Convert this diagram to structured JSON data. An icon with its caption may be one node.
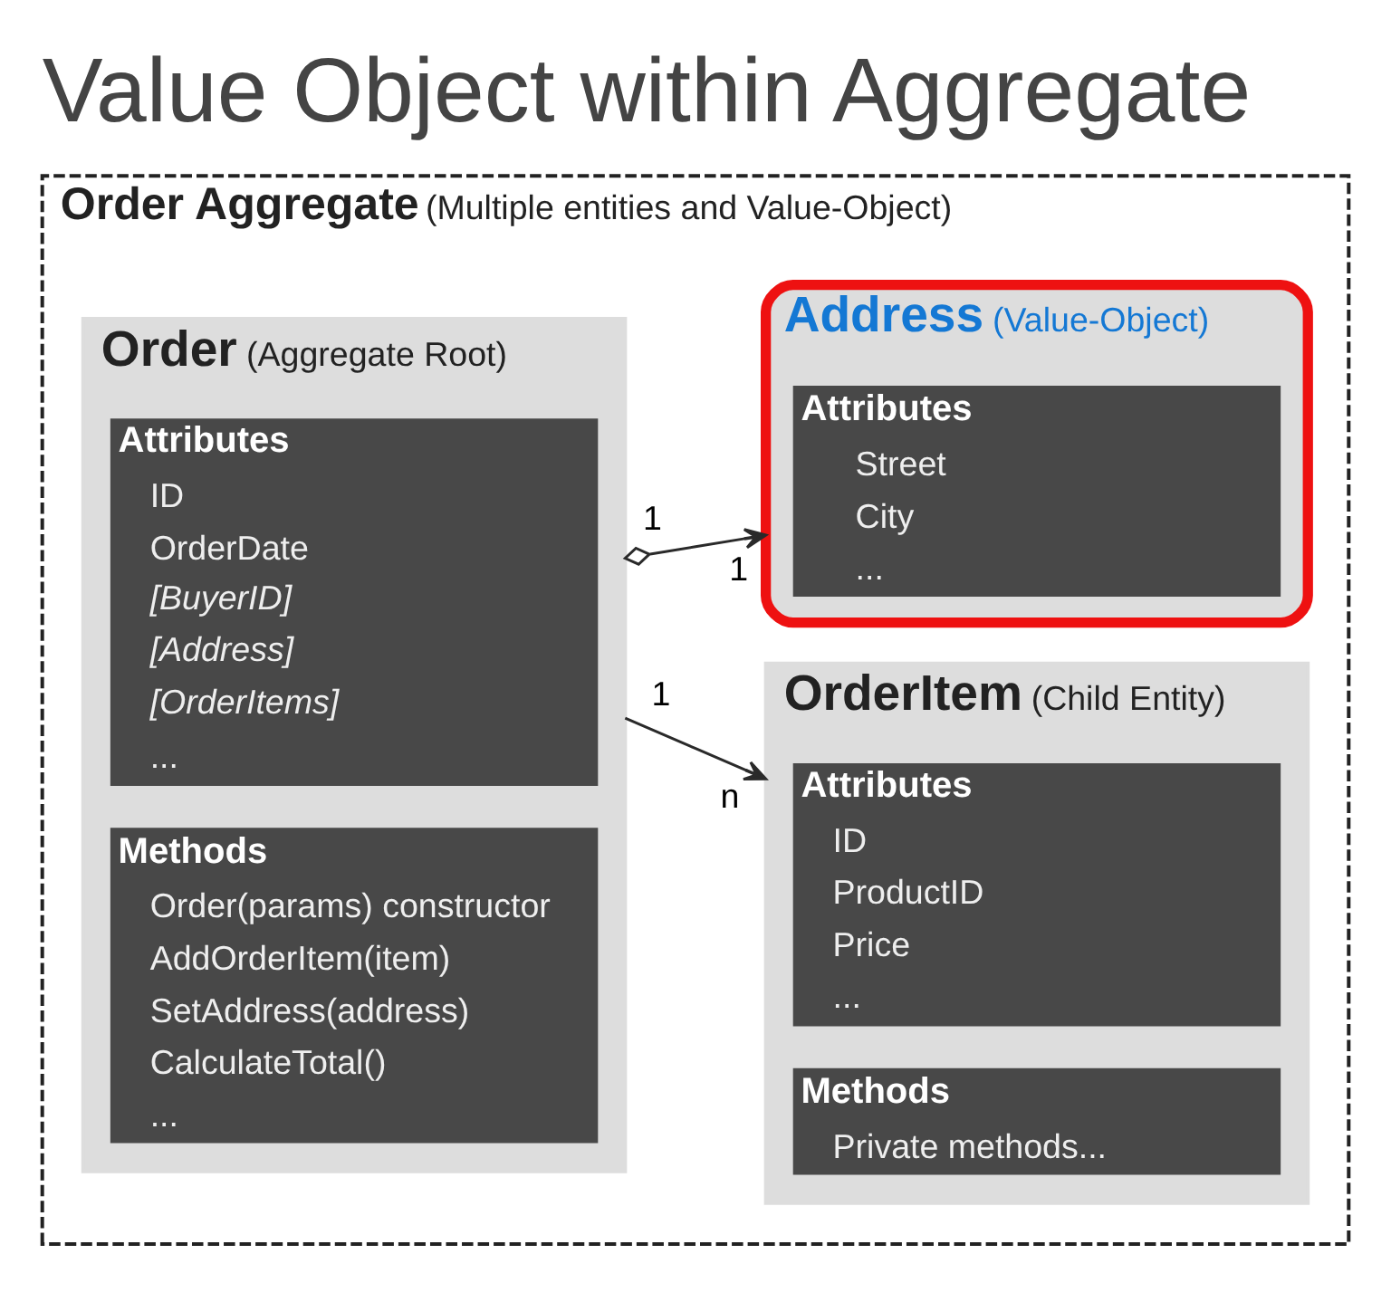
{
  "diagram": {
    "title": "Value Object within Aggregate",
    "nodes": [
      {
        "text": [
          "Order Aggregate",
          "(Multiple entities and Value-Object)"
        ]
      },
      {
        "text": [
          "Order",
          "(Aggregate Root)"
        ],
        "in": 0
      },
      {
        "text": [
          "Attributes",
          "ID",
          "OrderDate",
          "[BuyerID]",
          "[Address]",
          "[OrderItems]",
          "..."
        ],
        "in": 1
      },
      {
        "text": [
          "Methods",
          "Order(params) constructor",
          "AddOrderItem(item)",
          "SetAddress(address)",
          "CalculateTotal()",
          "..."
        ],
        "in": 1
      },
      {
        "text": [
          "Address",
          "(Value-Object)"
        ],
        "in": 0
      },
      {
        "text": [
          "Attributes",
          "Street",
          "City",
          "..."
        ],
        "in": 4
      },
      {
        "text": [
          "OrderItem",
          "(Child Entity)"
        ],
        "in": 0
      },
      {
        "text": [
          "Attributes",
          "ID",
          "ProductID",
          "Price",
          "..."
        ],
        "in": 6
      },
      {
        "text": [
          "Methods",
          "Private methods..."
        ],
        "in": 6
      }
    ],
    "edges": [
      {
        "from": 1,
        "to": 4,
        "arrow": "to"
      },
      {
        "from": 1,
        "to": 6,
        "arrow": "to"
      }
    ],
    "labels": [
      "1",
      "1",
      "1",
      "n"
    ]
  }
}
